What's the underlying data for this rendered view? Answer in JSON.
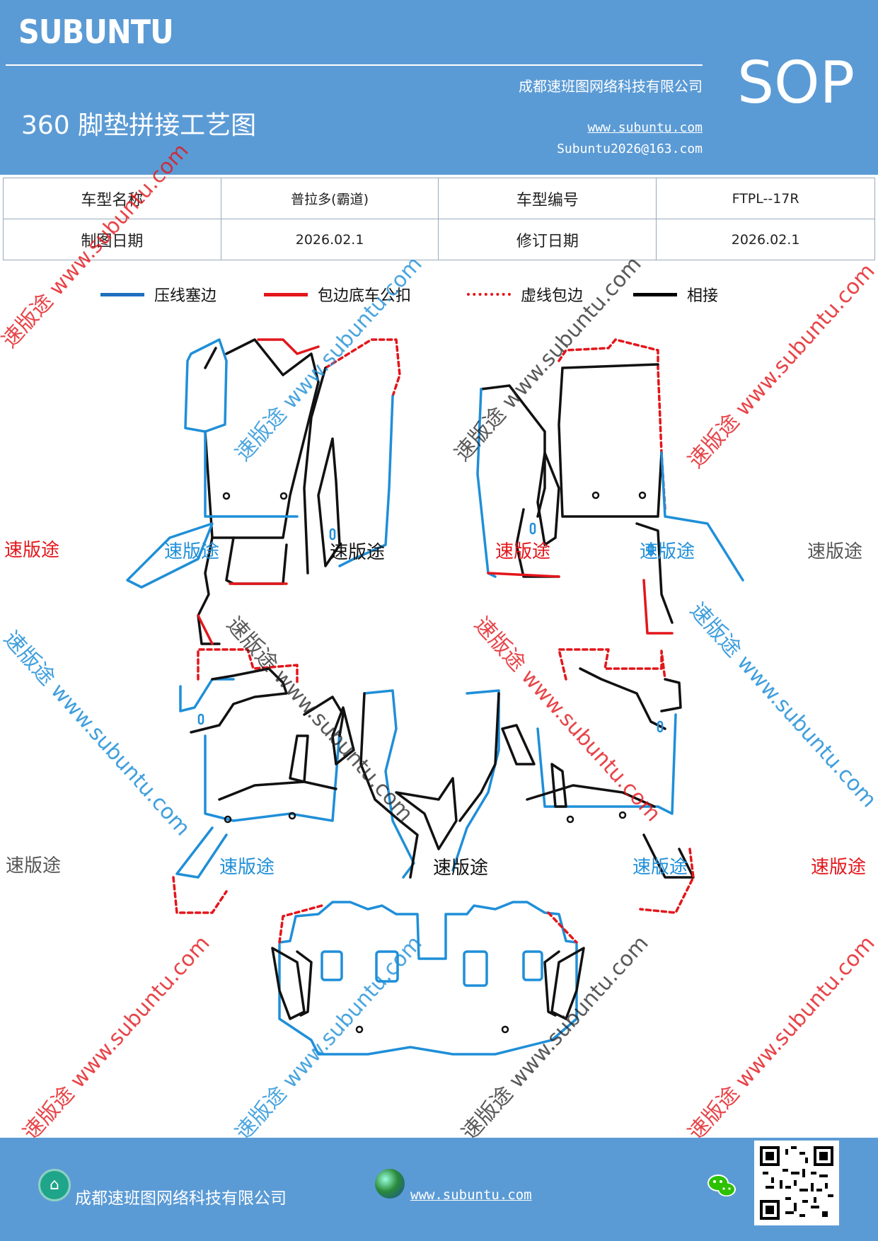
{
  "header": {
    "brand": "SUBUNTU",
    "title": "360 脚垫拼接工艺图",
    "company": "成都速班图网络科技有限公司",
    "website": "www.subuntu.com",
    "email": "Subuntu2026@163.com",
    "badge": "SOP"
  },
  "info_table": {
    "model_name_label": "车型名称",
    "model_name_value": "普拉多(霸道)",
    "model_code_label": "车型编号",
    "model_code_value": "FTPL--17R",
    "draw_date_label": "制图日期",
    "draw_date_value": "2026.02.1",
    "revise_date_label": "修订日期",
    "revise_date_value": "2026.02.1"
  },
  "legend": [
    {
      "label": "压线塞边",
      "color": "#1f6fbf",
      "style": "solid"
    },
    {
      "label": "包边底车公扣",
      "color": "#e3161b",
      "style": "solid"
    },
    {
      "label": "虚线包边",
      "color": "#e3161b",
      "style": "dashed"
    },
    {
      "label": "相接",
      "color": "#000000",
      "style": "solid"
    }
  ],
  "watermark": {
    "brand_cn": "速版途",
    "url": "www.subuntu.com",
    "diag_text": "速版途 www.subuntu.com"
  },
  "footer": {
    "company": "成都速班图网络科技有限公司",
    "website": "www.subuntu.com"
  },
  "colors": {
    "header_bg": "#5b9bd5",
    "blue_line": "#1f8fd8",
    "red_line": "#e3161b",
    "black_line": "#111111"
  }
}
